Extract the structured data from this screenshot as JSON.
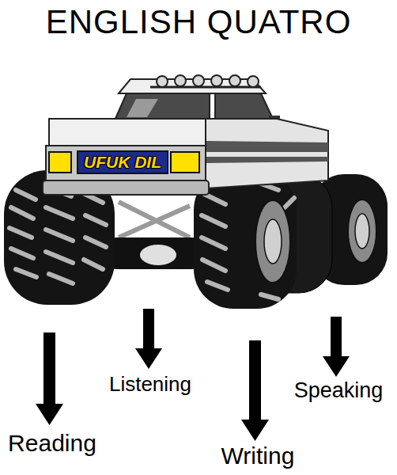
{
  "diagram": {
    "title": "ENGLISH QUATRO",
    "nodes": [
      {
        "text": [
          "UFUK DIL"
        ]
      }
    ],
    "labels": [
      "Reading",
      "Listening",
      "Writing",
      "Speaking"
    ]
  }
}
